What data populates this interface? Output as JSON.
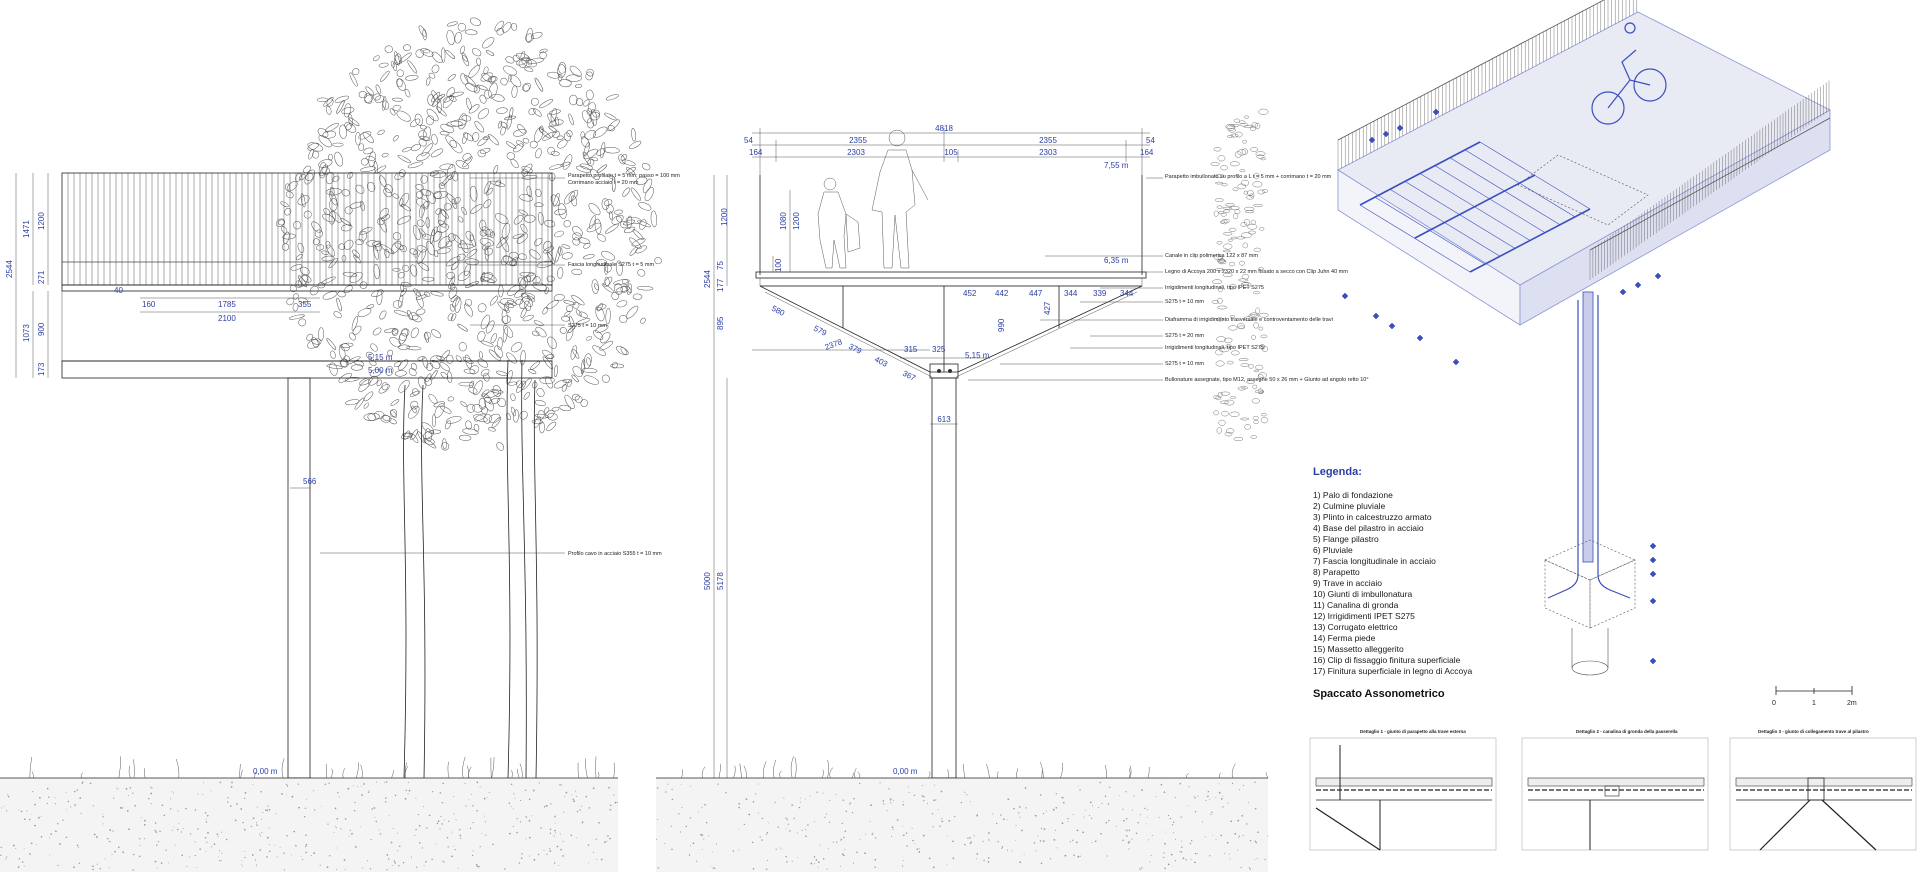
{
  "colors": {
    "ink": "#222222",
    "dimension_blue": "#2b3ea6",
    "axo_blue": "#8c96d8",
    "ground": "#f4f4f4"
  },
  "elevation": {
    "heights_left": [
      "2544",
      "1471",
      "1200",
      "271",
      "1073",
      "900",
      "173"
    ],
    "dims_horizontal": [
      "160",
      "1785",
      "355",
      "2100"
    ],
    "small_labels": [
      "40"
    ],
    "level_upper": "5,15 m",
    "level_lower": "5,00 m",
    "column_width": "566",
    "ground_level": "0,00 m",
    "notes": [
      "Parapetto profilato t = 5 mm; passo = 100 mm",
      "Corrimano acciaio t = 20 mm",
      "Fascia longitudinale S275 t = 5 mm",
      "S275 t = 10 mm",
      "Profilo cavo in acciaio S355 t = 10 mm"
    ]
  },
  "section": {
    "top_total": "4818",
    "top_halves": [
      "54",
      "2355",
      "2355",
      "54"
    ],
    "top_parts": [
      "164",
      "2303",
      "105",
      "2303",
      "164"
    ],
    "level_top": "7,55 m",
    "level_mid": "6,35 m",
    "left_heights": [
      "2544",
      "75",
      "177",
      "895",
      "5000",
      "5178"
    ],
    "person_heights": [
      "1080",
      "1200",
      "100"
    ],
    "slab_dims": [
      "452",
      "442",
      "447",
      "344",
      "339",
      "344"
    ],
    "web_dims": [
      "990",
      "427"
    ],
    "slope_dims": [
      "580",
      "579",
      "379",
      "403",
      "367",
      "2378"
    ],
    "node_dims": [
      "315",
      "325"
    ],
    "level_node": "5,15 m",
    "column_width": "613",
    "ground_level": "0,00 m",
    "notes": [
      "Parapetto imbullonato su profilo a L t = 5 mm + corrimano t = 20 mm",
      "Canale in clip polimerica 122 x 87 mm",
      "Legno di Accoya 200 x 2320 x 22 mm fissato a secco con Clip Juhn 40 mm",
      "Irrigidimenti longitudinali, tipo IPET S275",
      "S275 t = 10 mm",
      "Diaframma di irrigidimento trasversale e controventamento delle travi",
      "S275 t = 20 mm",
      "Irrigidimenti longitudinali, tipo IPET S275",
      "S275 t = 10 mm",
      "Bullonature assegnate, tipo M12, assegne 50 x 26 mm + Giunto ad angolo retto 10°"
    ]
  },
  "legend": {
    "title": "Legenda:",
    "items": [
      "1) Palo di fondazione",
      "2) Culmine pluviale",
      "3) Plinto in calcestruzzo armato",
      "4) Base del pilastro in acciaio",
      "5) Flange pilastro",
      "6) Pluviale",
      "7) Fascia longitudinale in acciaio",
      "8) Parapetto",
      "9) Trave in acciaio",
      "10) Giunti di imbullonatura",
      "11) Canalina di gronda",
      "12) Irrigidimenti IPET S275",
      "13) Corrugato elettrico",
      "14) Ferma piede",
      "15) Massetto alleggerito",
      "16) Clip di fissaggio finitura superficiale",
      "17) Finitura superficiale in legno di Accoya"
    ]
  },
  "spaccato_title": "Spaccato Assonometrico",
  "scale_bar": [
    "0",
    "1",
    "2m"
  ],
  "details": [
    {
      "title": "Dettaglio 1 - giunto di parapetto alla trave esterna"
    },
    {
      "title": "Dettaglio 2 - canalina di gronda della passerella"
    },
    {
      "title": "Dettaglio 3 - giunto di collegamento trave al pilastro"
    }
  ]
}
